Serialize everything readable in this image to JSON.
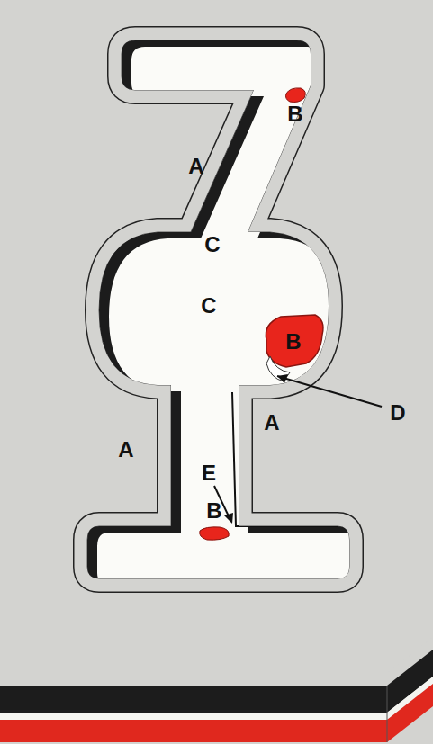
{
  "diagram": {
    "labels": [
      "B",
      "A",
      "C",
      "C",
      "B",
      "A",
      "D",
      "A",
      "E",
      "B"
    ]
  }
}
